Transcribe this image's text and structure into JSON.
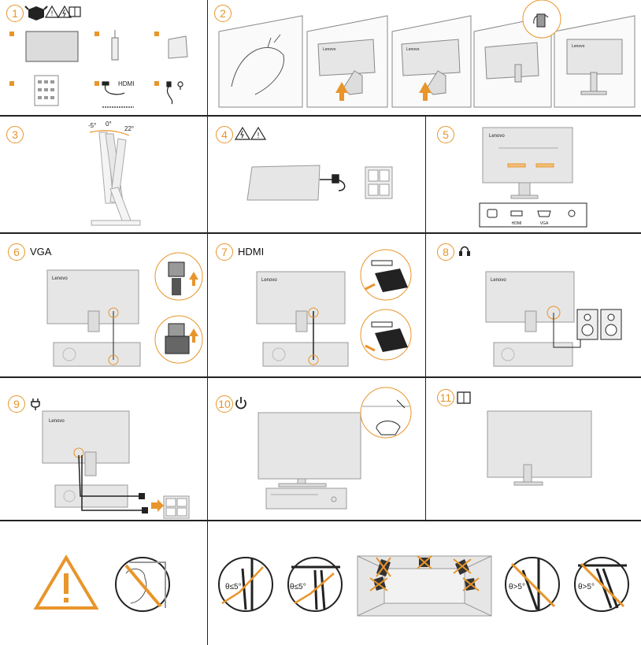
{
  "colors": {
    "accent": "#e8952b",
    "line": "#222222",
    "panel": "#e6e6e6"
  },
  "steps": [
    {
      "n": "1",
      "title": ""
    },
    {
      "n": "2",
      "title": ""
    },
    {
      "n": "3",
      "title": ""
    },
    {
      "n": "4",
      "title": ""
    },
    {
      "n": "5",
      "title": ""
    },
    {
      "n": "6",
      "title": "VGA"
    },
    {
      "n": "7",
      "title": "HDMI"
    },
    {
      "n": "8",
      "title": ""
    },
    {
      "n": "9",
      "title": ""
    },
    {
      "n": "10",
      "title": ""
    },
    {
      "n": "11",
      "title": ""
    }
  ],
  "step1": {
    "cable_hdmi_label": "HDMI"
  },
  "step3": {
    "tilt_back": "-5°",
    "tilt_zero": "0°",
    "tilt_forward": "22°"
  },
  "brand": "Lenovo",
  "step5": {
    "port_labels": [
      "",
      "HDMI",
      "VGA",
      ""
    ]
  },
  "safety": {
    "angle_labels": [
      "θ≤5°",
      "θ≤5°",
      "θ>5°",
      "θ>5°"
    ]
  },
  "icons": [
    "box-icon",
    "warning-icon",
    "electric-warning-icon",
    "manual-icon",
    "power-plug-icon",
    "headphones-icon",
    "power-button-icon"
  ]
}
